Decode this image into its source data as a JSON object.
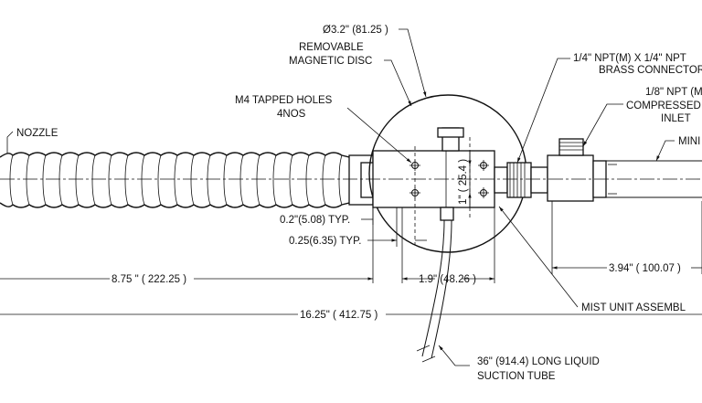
{
  "labels": {
    "disc_diameter": "Ø3.2\" (81.25 )",
    "removable_l1": "REMOVABLE",
    "removable_l2": "MAGNETIC DISC",
    "tapped_l1": "M4 TAPPED  HOLES",
    "tapped_l2": "4NOS",
    "nozzle": "NOZZLE",
    "connector_l1": "1/4\" NPT(M) X 1/4\" NPT",
    "connector_l2": "BRASS CONNECTOR",
    "inlet_l1": "1/8\" NPT (M",
    "inlet_l2": "COMPRESSED",
    "inlet_l3": "INLET",
    "mini": "MINI",
    "typ_02": "0.2\"(5.08) TYP.",
    "typ_025": "0.25(6.35) TYP.",
    "vert_dim": "1\" ( 25.4 )",
    "dim_875": "8.75 \" ( 222.25 )",
    "dim_19": "1.9\" (48.26 )",
    "dim_394": "3.94\" ( 100.07 )",
    "mist_unit": "MIST UNIT ASSEMBL",
    "dim_1625": "16.25\" ( 412.75 )",
    "tube_l1": "36\" (914.4) LONG LIQUID",
    "tube_l2": "SUCTION TUBE"
  }
}
